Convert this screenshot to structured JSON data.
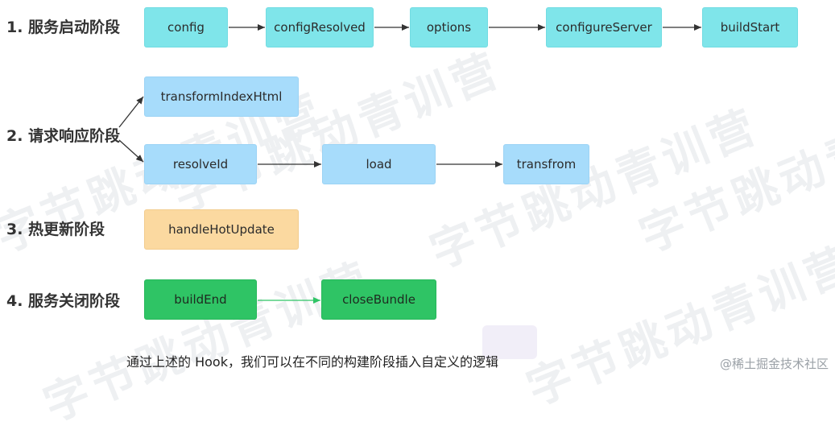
{
  "watermark": "字节跳动青训营",
  "phases": [
    {
      "label": "1. 服务启动阶段",
      "nodes": [
        "config",
        "configResolved",
        "options",
        "configureServer",
        "buildStart"
      ]
    },
    {
      "label": "2. 请求响应阶段",
      "nodes": [
        "transformIndexHtml",
        "resolveId",
        "load",
        "transfrom"
      ]
    },
    {
      "label": "3. 热更新阶段",
      "nodes": [
        "handleHotUpdate"
      ]
    },
    {
      "label": "4. 服务关闭阶段",
      "nodes": [
        "buildEnd",
        "closeBundle"
      ]
    }
  ],
  "caption": "通过上述的 Hook，我们可以在不同的构建阶段插入自定义的逻辑",
  "credit": "@稀土掘金技术社区",
  "colors": {
    "startup": "#7fe5ea",
    "request": "#a7dcfb",
    "hotupdate": "#fbd9a0",
    "close": "#2fc465",
    "arrow": "#333333",
    "arrow_green": "#2fc465"
  }
}
